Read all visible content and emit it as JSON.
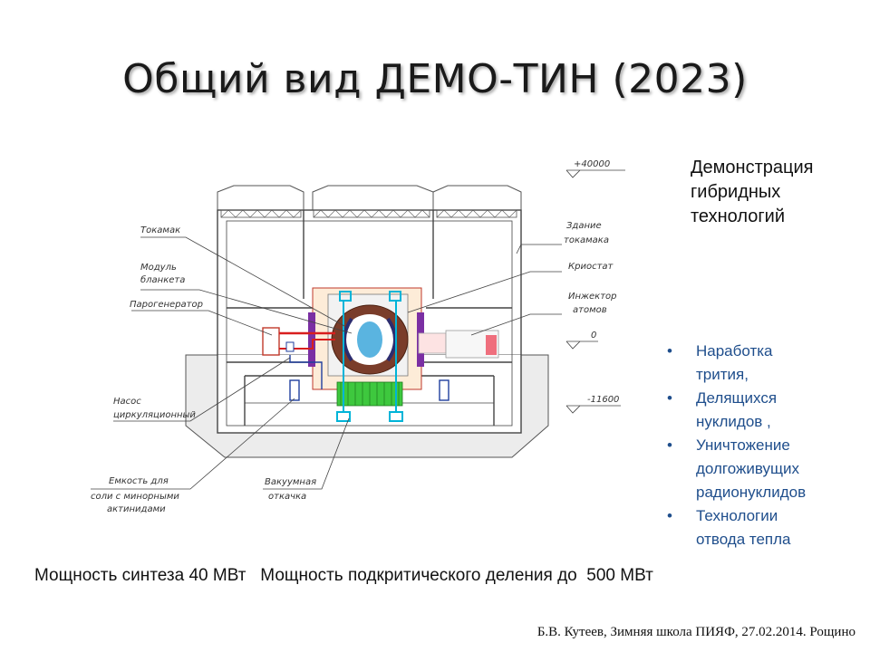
{
  "title": "Общий вид ДЕМО-ТИН (2023)",
  "side_heading": [
    "Демонстрация",
    "гибридных",
    "технологий"
  ],
  "bullets": [
    [
      "Наработка",
      "трития,"
    ],
    [
      "Делящихся",
      "нуклидов  ,"
    ],
    [
      "Уничтожение",
      "долгоживущих",
      "радионуклидов"
    ],
    [
      "Технологии",
      "отвода тепла"
    ]
  ],
  "power_line": "Мощность синтеза 40 МВт   Мощность подкритического деления до  500 МВт",
  "footer": "Б.В. Кутеев, Зимняя школа ПИЯФ, 27.02.2014. Рощино",
  "diagram": {
    "elevations": {
      "top": "+40000",
      "zero": "0",
      "bottom": "-11600"
    },
    "labels": {
      "tokamak": "Токамак",
      "blanket_module": [
        "Модуль",
        "бланкета"
      ],
      "steam_generator": "Парогенератор",
      "pump": [
        "Насос",
        "циркуляционный"
      ],
      "tank": [
        "Емкость  для",
        "соли  с   минорными",
        "актинидами"
      ],
      "vacuum_pump": [
        "Вакуумная",
        "откачка"
      ],
      "building": [
        "Здание",
        "токамака"
      ],
      "cryostat": "Криостат",
      "injector": [
        "Инжектор",
        "атомов"
      ]
    }
  }
}
